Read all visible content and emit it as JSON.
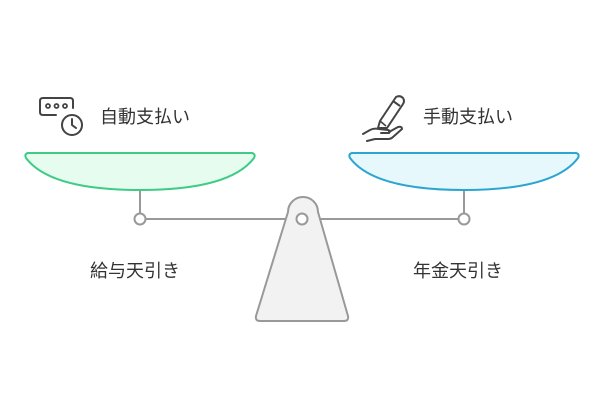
{
  "left_pan": {
    "title": "自動支払い",
    "subtitle": "給与天引き",
    "icon": "auto-payment-clock-icon",
    "fill": "#e6fcef",
    "stroke": "#3ecb86"
  },
  "right_pan": {
    "title": "手動支払い",
    "subtitle": "年金天引き",
    "icon": "hand-pen-icon",
    "fill": "#e6f8fc",
    "stroke": "#2ba6d1"
  },
  "colors": {
    "stroke": "#999999",
    "base_fill": "#f2f2f2",
    "icon": "#444444"
  }
}
